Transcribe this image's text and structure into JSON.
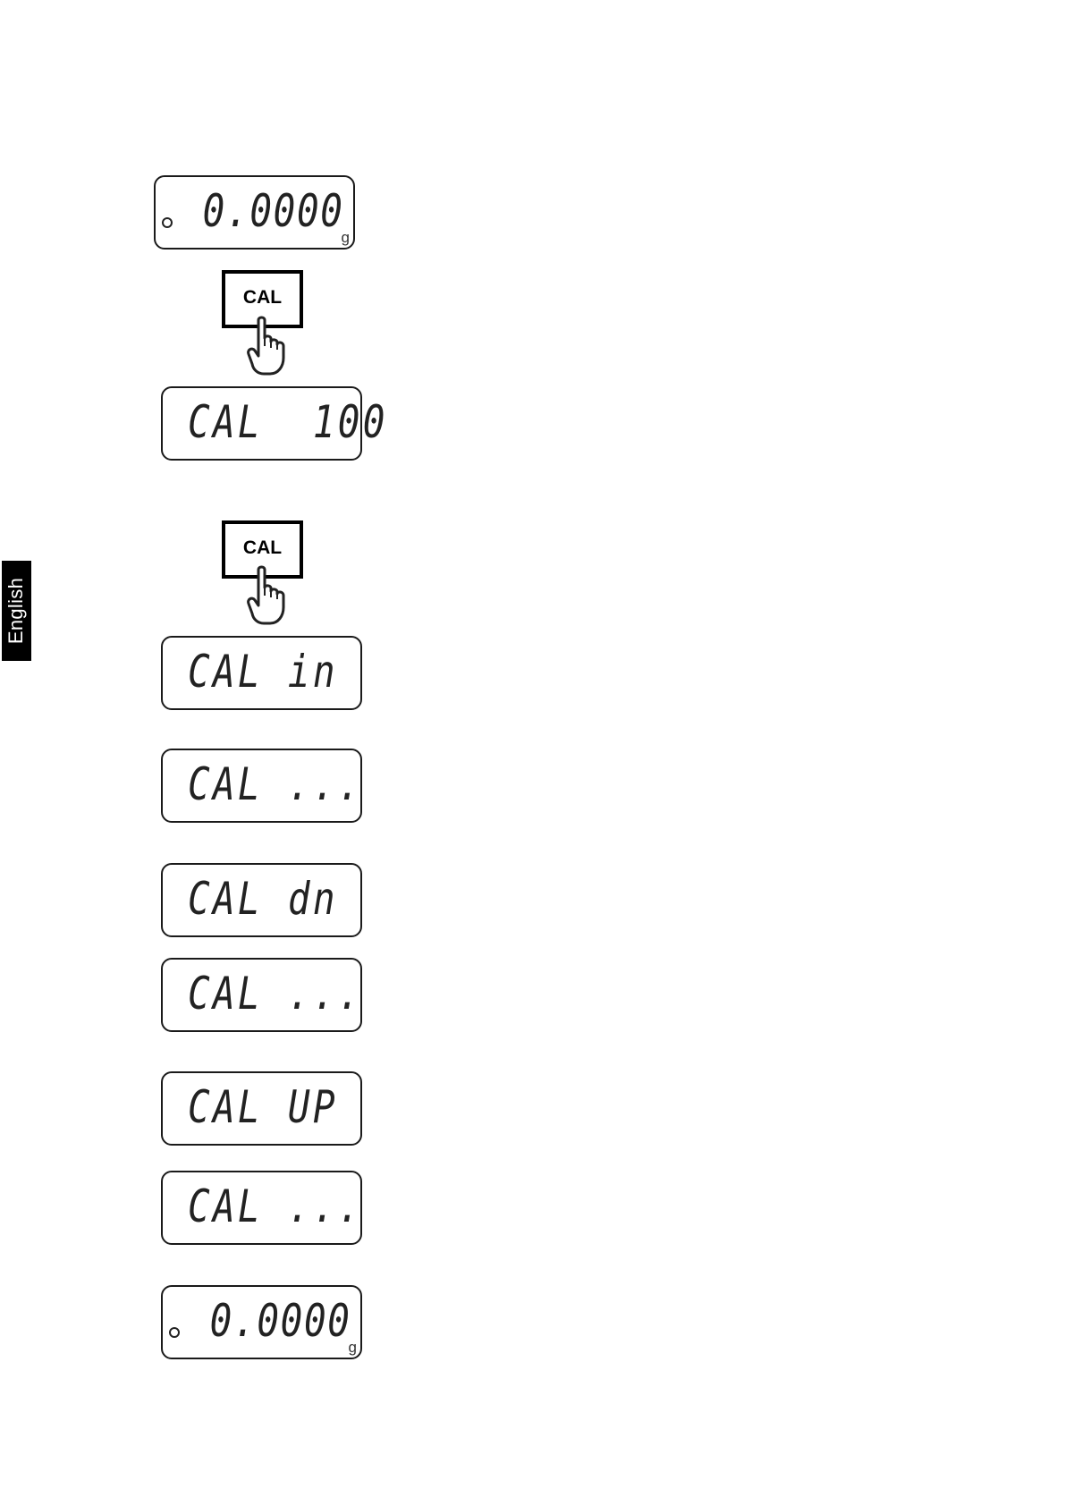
{
  "side_tab": {
    "label": "English"
  },
  "steps": [
    {
      "display": "0.0000",
      "unit": "g"
    },
    {
      "key": "CAL"
    },
    {
      "display": "CAL  100"
    },
    {
      "key": "CAL"
    },
    {
      "display": "CAL in"
    },
    {
      "display": "CAL ..."
    },
    {
      "display": "CAL dn"
    },
    {
      "display": "CAL ..."
    },
    {
      "display": "CAL UP"
    },
    {
      "display": "CAL ..."
    },
    {
      "display": "0.0000",
      "unit": "g"
    }
  ],
  "colors": {
    "ink": "#222222",
    "tab_background": "#000000",
    "tab_text": "#ffffff"
  },
  "icons": {
    "key_press": "pointing-hand-icon",
    "stability": "stable-indicator-icon"
  }
}
